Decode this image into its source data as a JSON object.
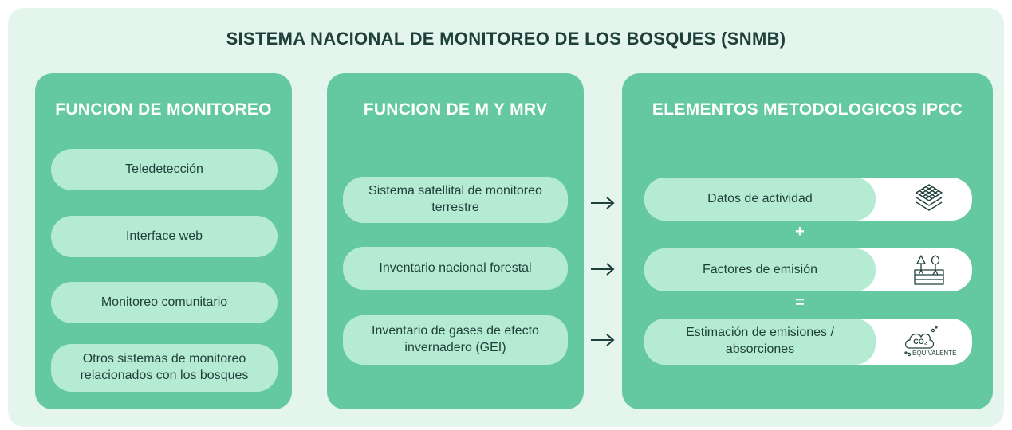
{
  "title": "SISTEMA NACIONAL DE MONITOREO DE LOS BOSQUES (SNMB)",
  "panels": {
    "monitoring": {
      "title": "FUNCION DE MONITOREO",
      "items": [
        "Teledetección",
        "Interface web",
        "Monitoreo comunitario",
        "Otros sistemas de monitoreo relacionados con los bosques"
      ]
    },
    "mrv": {
      "title": "FUNCION DE M Y MRV",
      "items": [
        "Sistema satellital de monitoreo terrestre",
        "Inventario nacional forestal",
        "Inventario de gases de efecto invernadero (GEI)"
      ]
    },
    "ipcc": {
      "title": "ELEMENTOS METODOLOGICOS IPCC",
      "items": [
        {
          "label": "Datos de actividad",
          "icon": "layers-grid-icon"
        },
        {
          "label": "Factores de emisión",
          "icon": "forest-soil-icon"
        },
        {
          "label": "Estimación de emisiones / absorciones",
          "icon": "co2-cloud-icon"
        }
      ],
      "operators": [
        "+",
        "="
      ],
      "co2_label": "CO₂",
      "equivalente_label": "EQUIVALENTE"
    }
  },
  "colors": {
    "background": "#e3f5ec",
    "panel": "#64c9a0",
    "pill": "#b5ebd3",
    "text_dark": "#1f3f3a"
  }
}
